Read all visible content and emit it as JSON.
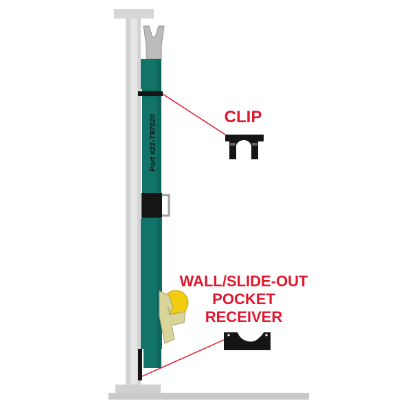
{
  "labels": {
    "clip": "CLIP",
    "receiver_line1": "WALL/SLIDE-OUT",
    "receiver_line2": "POCKET",
    "receiver_line3": "RECEIVER",
    "part_number": "Part #22-T97020"
  },
  "colors": {
    "label_red": "#e0172d",
    "pole_teal": "#11736a",
    "pole_teal_dark": "#0c5c55",
    "wall_gray": "#c9c9c9",
    "wall_gray_light": "#d7d7d7",
    "bracket_black": "#151515",
    "ratchet_yellow": "#f2cc10",
    "ratchet_tan": "#d8d49a",
    "fork_gray": "#b9b9b9",
    "bracket_gray": "#9e9e9e"
  }
}
